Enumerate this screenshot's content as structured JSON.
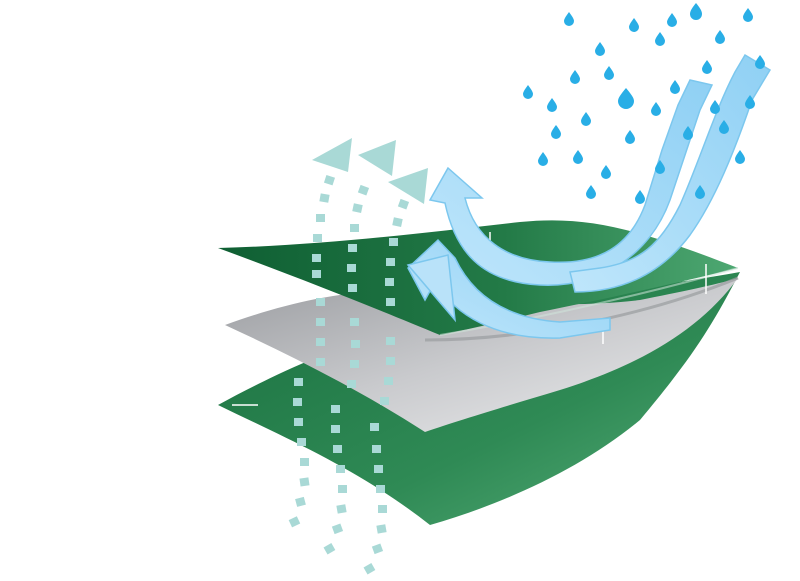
{
  "diagram": {
    "subject": "breathable-waterproof-fabric-layers",
    "layers": [
      {
        "name": "outer-fabric",
        "color_light": "#4ea872",
        "color_dark": "#12683a"
      },
      {
        "name": "membrane",
        "color_light": "#e6e7e9",
        "color_dark": "#9c9ea2"
      },
      {
        "name": "inner-lining",
        "color_light": "#52ab75",
        "color_dark": "#1d7343"
      }
    ],
    "vapor_color": "#a9d9d6",
    "wind_color": "#a6dcf8",
    "wind_outline": "#62b9e8",
    "rain_color": "#29aee6",
    "callout_color": "#ffffff"
  }
}
